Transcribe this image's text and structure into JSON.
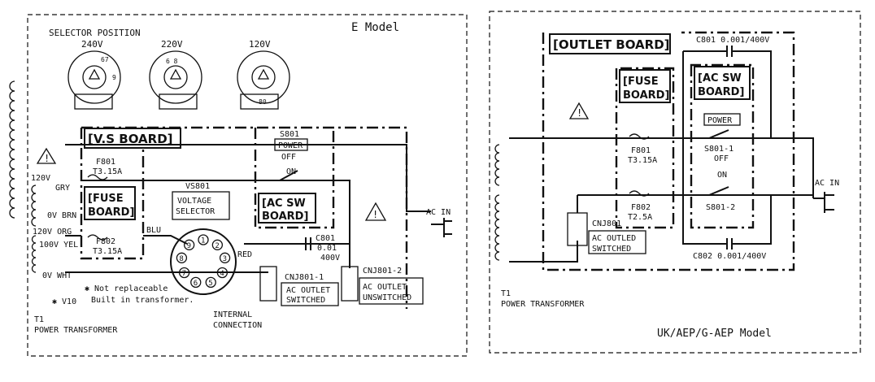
{
  "left": {
    "model": "E  Model",
    "selector": {
      "title": "SELECTOR POSITION",
      "positions": [
        "240V",
        "220V",
        "120V"
      ]
    },
    "vs_board": "[V.S BOARD]",
    "fuse_board": [
      "[FUSE",
      "BOARD]"
    ],
    "ac_sw_board": [
      "[AC SW",
      "BOARD]"
    ],
    "switch": {
      "ref": "S801",
      "name": "POWER",
      "off": "OFF",
      "on": "ON"
    },
    "f801": [
      "F801",
      "T3.15A"
    ],
    "f802": [
      "F802",
      "T3.15A"
    ],
    "selector_ref": "VS801",
    "selector_label": [
      "VOLTAGE",
      "SELECTOR"
    ],
    "capacitor": [
      "C801",
      "0.01",
      "400V"
    ],
    "red": "RED",
    "blu": "BLU",
    "taps": [
      "120V",
      "GRY",
      "0V BRN",
      "120V  ORG",
      "100V YEL",
      "0V WHT"
    ],
    "ac_in": "AC IN",
    "cnj1_ref": "CNJ801-1",
    "cnj1_label": [
      "AC OUTLET",
      "SWITCHED"
    ],
    "cnj2_ref": "CNJ801-2",
    "cnj2_label": [
      "AC OUTLET",
      "UNSWITCHED"
    ],
    "note": [
      "✱ Not replaceable",
      "Built in transformer."
    ],
    "v10": "✱ V10",
    "internal": [
      "INTERNAL",
      "CONNECTION"
    ],
    "transformer": [
      "T1",
      "POWER TRANSFORMER"
    ],
    "selector_pins": [
      "1",
      "2",
      "3",
      "4",
      "5",
      "6",
      "7",
      "8",
      "9"
    ]
  },
  "right": {
    "outlet_board": "[OUTLET BOARD]",
    "fuse_board": [
      "[FUSE",
      "BOARD]"
    ],
    "ac_sw_board": [
      "[AC SW",
      "BOARD]"
    ],
    "power": "POWER",
    "s801_1": [
      "S801-1",
      "OFF",
      "ON"
    ],
    "s801_2": "S801-2",
    "f801": [
      "F801",
      "T3.15A"
    ],
    "f802": [
      "F802",
      "T2.5A"
    ],
    "c801": "C801  0.001/400V",
    "c802": "C802  0.001/400V",
    "cnj801": "CNJ801",
    "cnj_label": [
      "AC OUTLED",
      "SWITCHED"
    ],
    "ac_in": "AC IN",
    "transformer": [
      "T1",
      "POWER TRANSFORMER"
    ],
    "model": "UK/AEP/G-AEP Model"
  },
  "warning_mark": "!"
}
